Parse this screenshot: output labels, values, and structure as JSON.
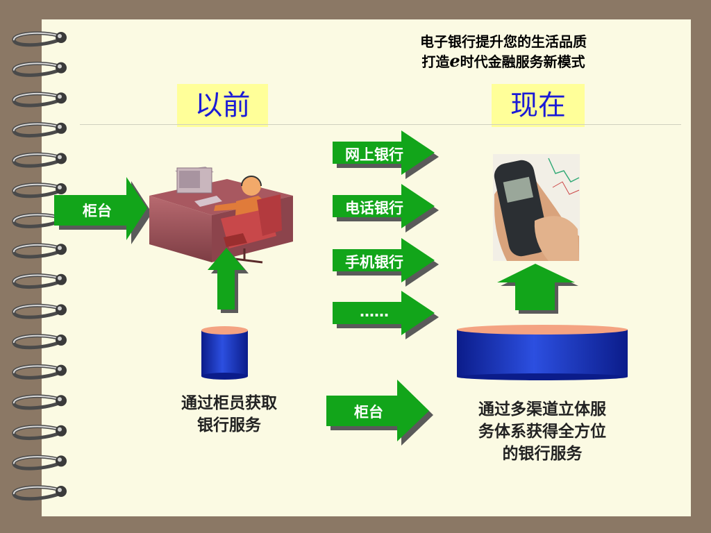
{
  "slogan": {
    "line1": "电子银行提升您的生活品质",
    "line2_pre": "打造",
    "line2_e": "e",
    "line2_post": "时代金融服务新模式"
  },
  "before": {
    "title": "以前",
    "counter_label": "柜台",
    "caption_line1": "通过柜员获取",
    "caption_line2": "银行服务"
  },
  "now": {
    "title": "现在",
    "caption_line1": "通过多渠道立体服",
    "caption_line2": "务体系获得全方位",
    "caption_line3": "的银行服务"
  },
  "channels": [
    "网上银行",
    "电话银行",
    "手机银行",
    "……",
    "柜台"
  ]
}
